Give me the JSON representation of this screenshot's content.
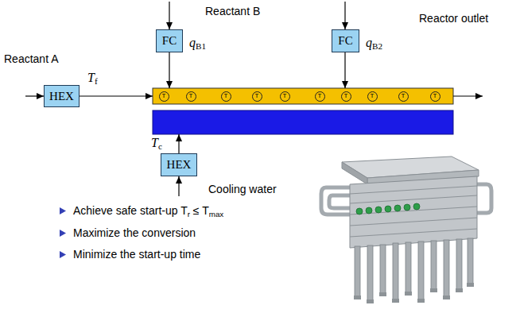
{
  "diagram": {
    "nodes": [
      {
        "text": [
          "FC"
        ]
      },
      {
        "text": [
          "FC"
        ]
      },
      {
        "text": [
          "HEX"
        ]
      },
      {
        "text": [
          "T"
        ]
      },
      {
        "text": [
          "T"
        ]
      },
      {
        "text": [
          "T"
        ]
      },
      {
        "text": [
          "T"
        ]
      },
      {
        "text": [
          "T"
        ]
      },
      {
        "text": [
          "T"
        ]
      },
      {
        "text": [
          "T"
        ]
      },
      {
        "text": [
          "T"
        ]
      },
      {
        "text": [
          "T"
        ]
      },
      {
        "text": [
          "T"
        ]
      },
      {
        "text": [
          "HEX"
        ]
      }
    ],
    "labels": [
      "Reactant A",
      "Tf",
      "Reactant B",
      "qB1",
      "qB2",
      "Reactor outlet",
      "Tc",
      "Cooling water",
      "Achieve safe start-up Tr ≤ Tmax",
      "Maximize the conversion",
      "Minimize the start-up time"
    ]
  }
}
